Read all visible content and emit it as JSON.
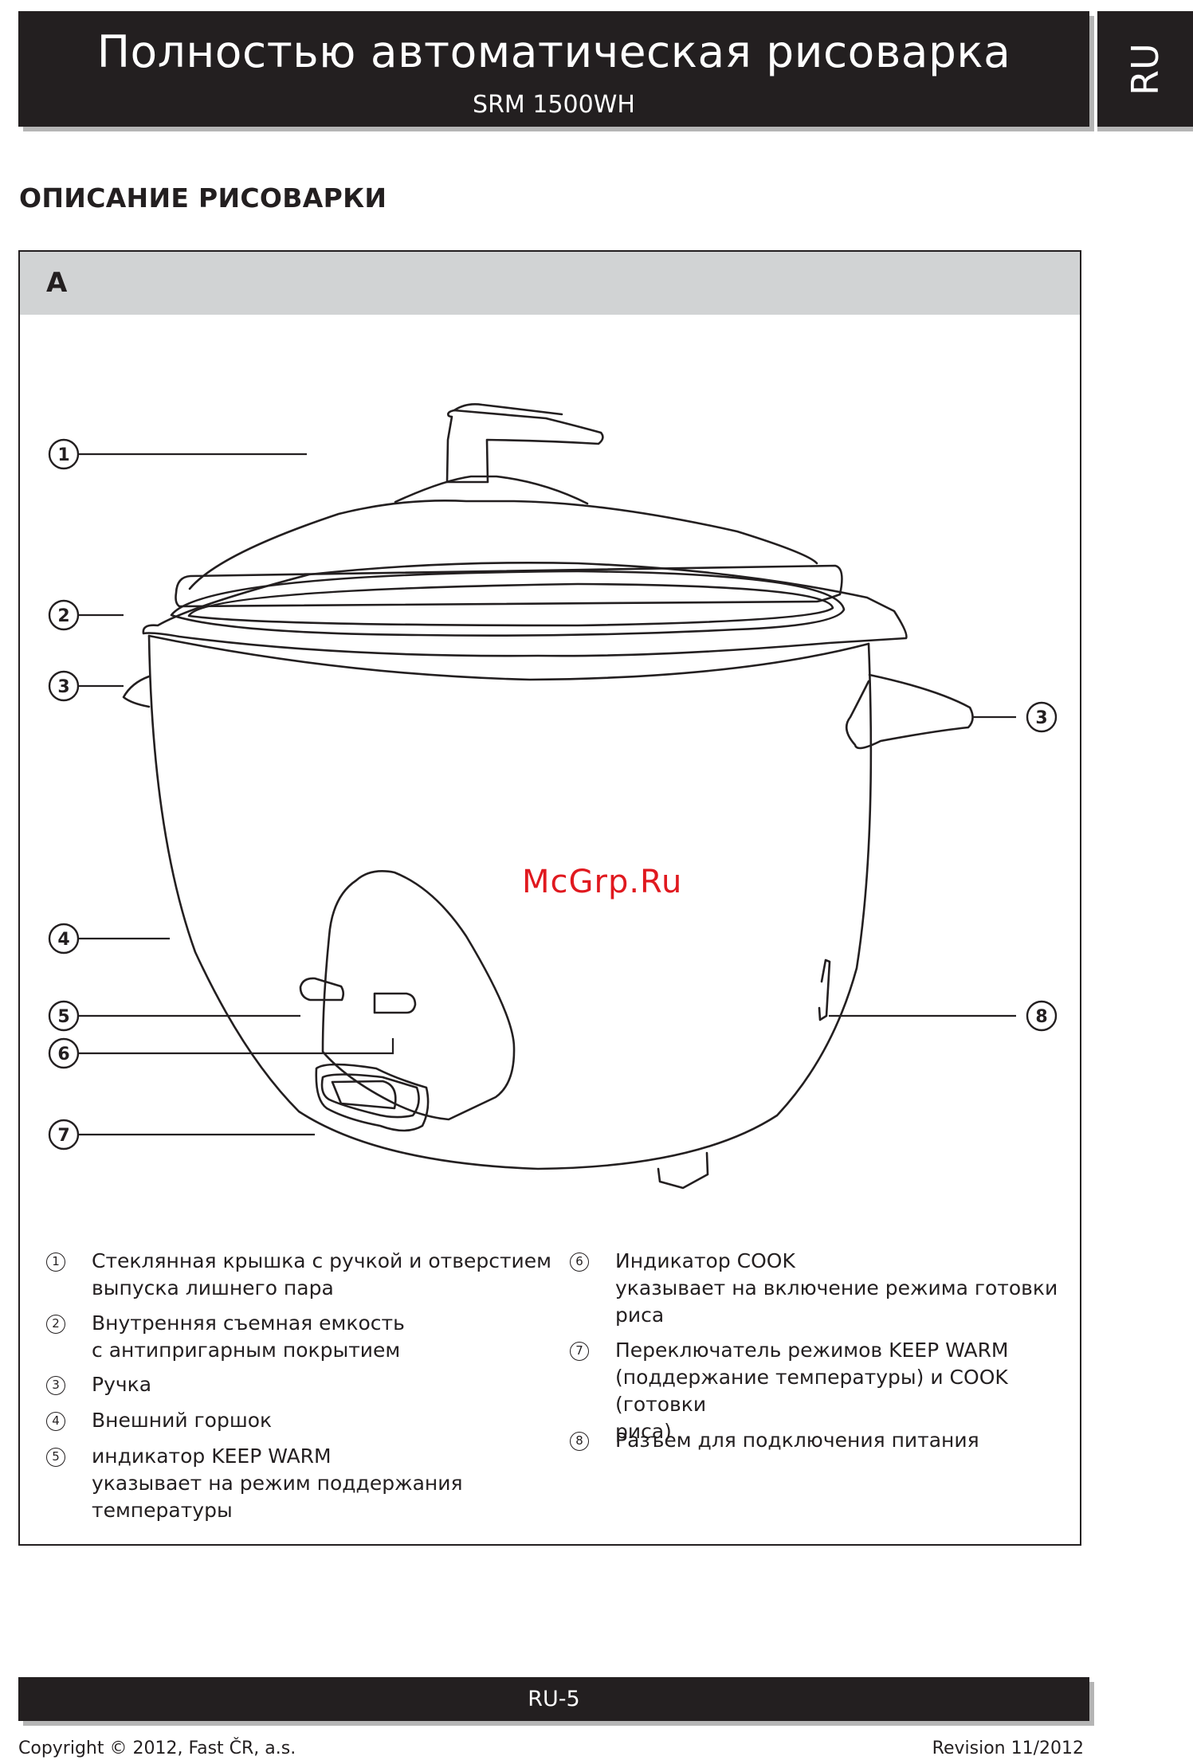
{
  "header": {
    "title": "Полностью автоматическая рисоварка",
    "model": "SRM 1500WH",
    "lang": "RU"
  },
  "section_title": "ОПИСАНИЕ РИСОВАРКИ",
  "figure": {
    "label": "A",
    "callouts": [
      "1",
      "2",
      "3",
      "3",
      "4",
      "5",
      "6",
      "7",
      "8"
    ],
    "watermark": "McGrp.Ru"
  },
  "legend": {
    "left": [
      {
        "num": "1",
        "lines": [
          "Стеклянная крышка с ручкой и отверстием",
          "выпуска лишнего пара"
        ]
      },
      {
        "num": "2",
        "lines": [
          "Внутренняя съемная емкость",
          "с антипригарным покрытием"
        ]
      },
      {
        "num": "3",
        "lines": [
          "Ручка"
        ]
      },
      {
        "num": "4",
        "lines": [
          "Внешний горшок"
        ]
      },
      {
        "num": "5",
        "lines": [
          "индикатор KEEP WARM",
          "указывает на режим поддержания",
          "температуры"
        ]
      }
    ],
    "right": [
      {
        "num": "6",
        "lines": [
          "Индикатор COOK",
          "указывает на включение режима готовки",
          "риса"
        ]
      },
      {
        "num": "7",
        "lines": [
          "Переключатель режимов KEEP WARM",
          "(поддержание температуры) и COOK (готовки",
          "риса)"
        ]
      },
      {
        "num": "8",
        "lines": [
          "Разъем для подключения питания"
        ]
      }
    ]
  },
  "footer": {
    "page": "RU-5",
    "copyright": "Copyright © 2012, Fast ČR, a.s.",
    "revision": "Revision 11/2012"
  }
}
